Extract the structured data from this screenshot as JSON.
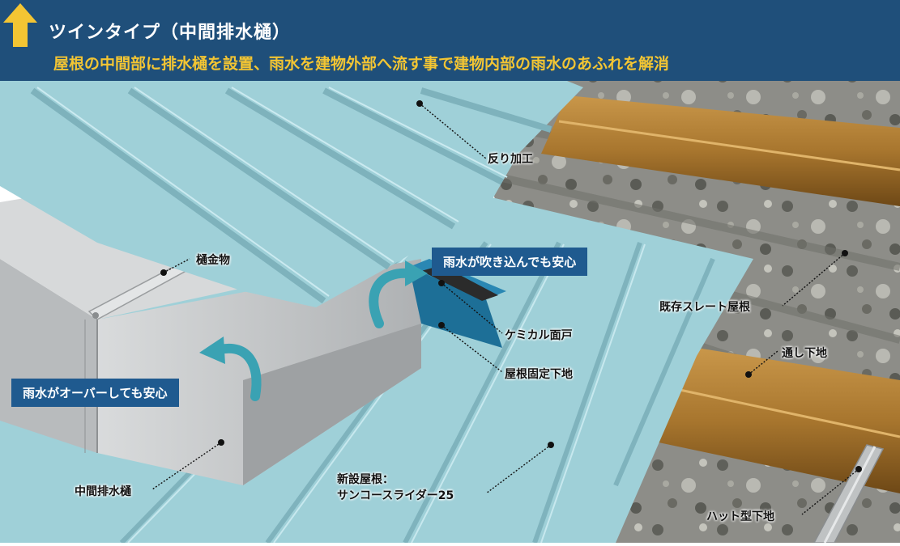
{
  "header": {
    "title": "ツインタイプ（中間排水樋）",
    "subtitle": "屋根の中間部に排水樋を設置、雨水を建物外部へ流す事で建物内部の雨水のあふれを解消"
  },
  "callouts": {
    "wind": "雨水が吹き込んでも安心",
    "overflow": "雨水がオーバーしても安心"
  },
  "labels": {
    "sori": "反り加工",
    "hikanamono": "樋金物",
    "kizon": "既存スレート屋根",
    "kemikaru": "ケミカル面戸",
    "koteishitaji": "屋根固定下地",
    "tooshi": "通し下地",
    "chukan": "中間排水樋",
    "shinsetsu_line1": "新設屋根：",
    "shinsetsu_line2": "サンコースライダー25",
    "hat": "ハット型下地"
  },
  "colors": {
    "header_bg": "#1f4f7a",
    "subtitle": "#f3c533",
    "callout_bg": "#1f5a8f",
    "roof_panel": "#9fd0d8",
    "purlin": "#a8762e",
    "slate": "#8e8e88",
    "gutter": "#c9cbcc",
    "flow_arrow": "#3aa2b3"
  },
  "icons": {
    "header_arrow": "up-arrow-icon",
    "flow_up": "curved-arrow-right-icon",
    "flow_back": "curved-arrow-left-icon"
  }
}
